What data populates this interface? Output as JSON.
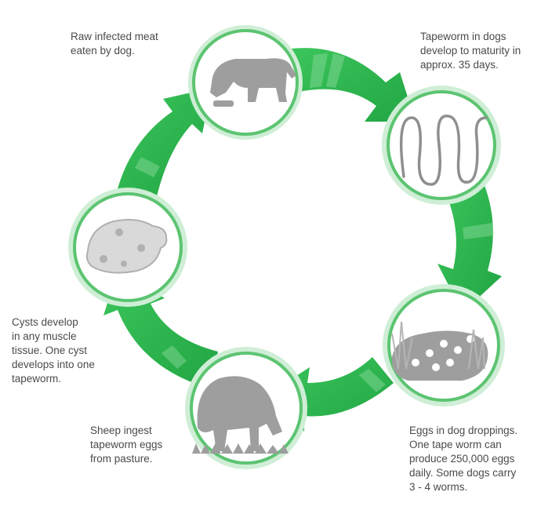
{
  "colors": {
    "arrow": "#2eb84e",
    "arrow_light": "#7fd493",
    "node_ring": "#5cc471",
    "node_fill": "#ffffff",
    "illustration": "#9e9e9e",
    "text": "#4a4a4a"
  },
  "stages": [
    {
      "id": "dog-eats-meat",
      "icon": "dog-eating-icon",
      "caption": "Raw infected meat\neaten by dog."
    },
    {
      "id": "tapeworm-maturity",
      "icon": "tapeworm-icon",
      "caption": "Tapeworm in dogs\ndevelop to maturity in\napprox. 35 days."
    },
    {
      "id": "eggs-in-droppings",
      "icon": "dog-droppings-icon",
      "caption": "Eggs in dog droppings.\nOne tape worm can\nproduce 250,000 eggs\ndaily. Some dogs carry\n3 - 4 worms."
    },
    {
      "id": "sheep-ingest",
      "icon": "grazing-sheep-icon",
      "caption": "Sheep ingest\ntapeworm eggs\nfrom pasture."
    },
    {
      "id": "cysts-develop",
      "icon": "meat-with-cysts-icon",
      "caption": "Cysts develop\nin any muscle\ntissue. One cyst\ndevelops into one\ntapeworm."
    }
  ]
}
